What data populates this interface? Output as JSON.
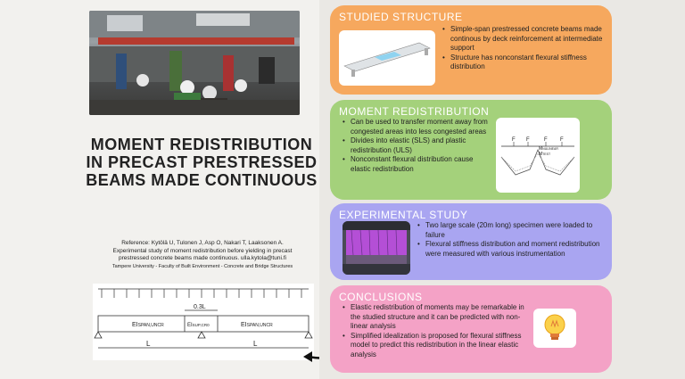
{
  "title": "MOMENT REDISTRIBUTION IN PRECAST PRESTRESSED BEAMS MADE CONTINUOUS",
  "reference": {
    "line1": "Reference: Kytölä U, Tulonen J, Asp O, Nakari T, Laaksonen A.",
    "line2": "Experimental study of moment redistribution before yielding in precast",
    "line3": "prestressed concrete beams made continuous. ulla.kytola@tuni.fi",
    "line4": "Tampere University - Faculty of Built Environment - Concrete and Bridge Structures"
  },
  "diagram": {
    "dim_label": "0.3L",
    "span_left": "EI",
    "span_left_sub": "SPAN,UNCR",
    "support": "EI",
    "support_sub": "SUP,CR0",
    "span_right": "EI",
    "span_right_sub": "SPAN,UNCR",
    "len_left": "L",
    "len_right": "L"
  },
  "sections": {
    "studied": {
      "heading": "STUDIED STRUCTURE",
      "b1": "Simple-span prestressed concrete beams made continous by deck reinforcement at intermediate support",
      "b2": "Structure has nonconstant flexural stiffness distribution"
    },
    "moment": {
      "heading": "MOMENT REDISTRIBUTION",
      "b1": "Can be used to transfer moment away from congested areas into less congested areas",
      "b2": "Divides into elastic (SLS) and plastic redistribution (ULS)",
      "b3": "Nonconstant flexural distribution cause elastic redistribution",
      "fig_f": "F",
      "fig_m1": "M",
      "fig_m1_sub": "NULINEAR",
      "fig_m2": "M",
      "fig_m2_sub": "TEST"
    },
    "experimental": {
      "heading": "EXPERIMENTAL  STUDY",
      "b1": "Two large scale (20m long) specimen were loaded to failure",
      "b2": "Flexural stiffness distribution and moment redistribution were measured with various instrumentation"
    },
    "conclusions": {
      "heading": "CONCLUSIONS",
      "b1": "Elastic redistribution of moments may be remarkable in the studied structure and it can be predicted with non-linear analysis",
      "b2": "Simplified idealization is proposed for flexural stiffness model to predict this redistribution in the linear elastic analysis"
    }
  },
  "colors": {
    "orange": "#f6a85e",
    "green": "#a4d17b",
    "purple": "#a9a5f1",
    "pink": "#f4a2c6"
  }
}
